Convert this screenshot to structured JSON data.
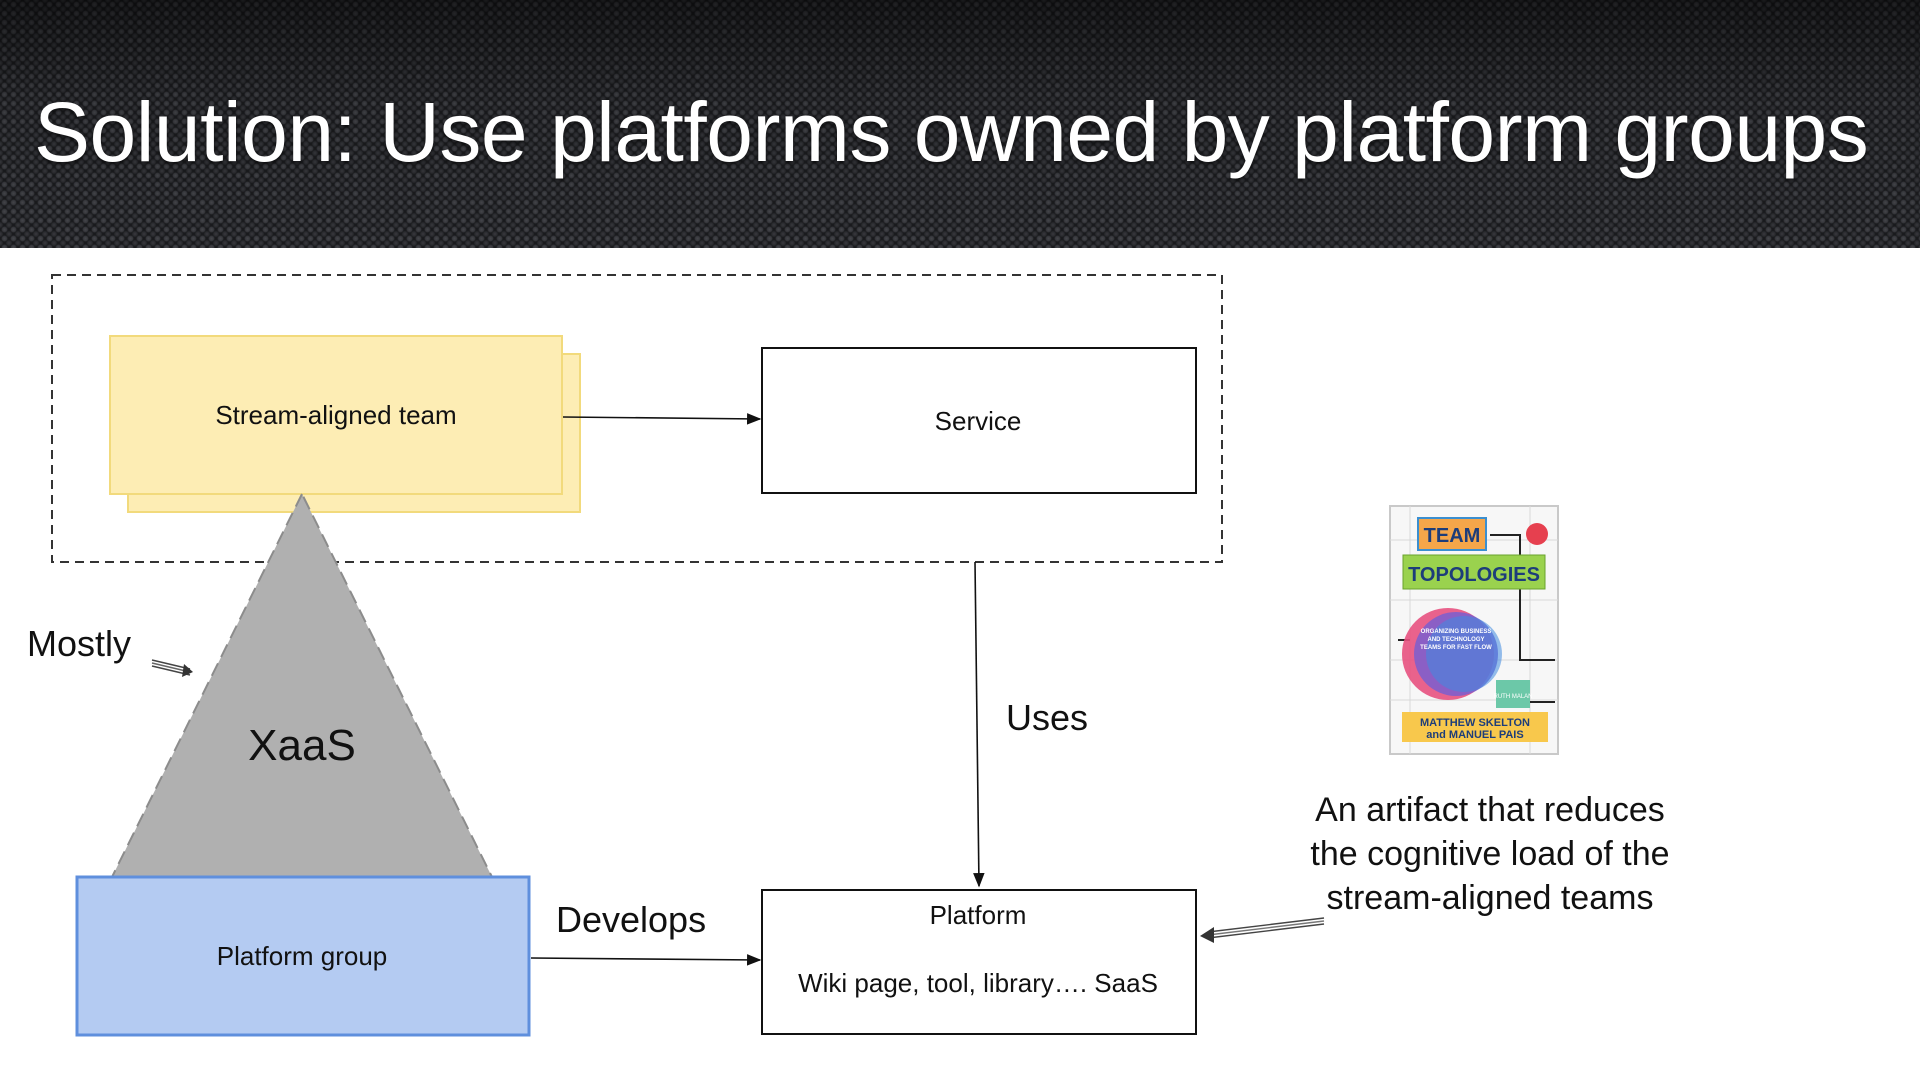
{
  "slide": {
    "title": "Solution: Use platforms owned by platform groups"
  },
  "diagram": {
    "stream_aligned_team": "Stream-aligned team",
    "service": "Service",
    "mostly": "Mostly",
    "xaas": "XaaS",
    "uses": "Uses",
    "platform_group": "Platform group",
    "develops": "Develops",
    "platform": {
      "title": "Platform",
      "subtitle": "Wiki page, tool, library…. SaaS"
    }
  },
  "book": {
    "line1": "TEAM",
    "line2": "TOPOLOGIES",
    "circle_text": "ORGANIZING BUSINESS AND TECHNOLOGY TEAMS FOR FAST FLOW",
    "foreword": "RUTH MALAN",
    "authors_line1": "MATTHEW SKELTON",
    "authors_line2": "and MANUEL PAIS"
  },
  "artifact_caption": "An artifact that reduces the cognitive load of the stream-aligned teams",
  "colors": {
    "team_fill": "#fdedb4",
    "team_stroke": "#f2da7c",
    "group_fill": "#b4cbf2",
    "group_stroke": "#5f8fdd",
    "triangle_fill": "#b0b0b0"
  }
}
